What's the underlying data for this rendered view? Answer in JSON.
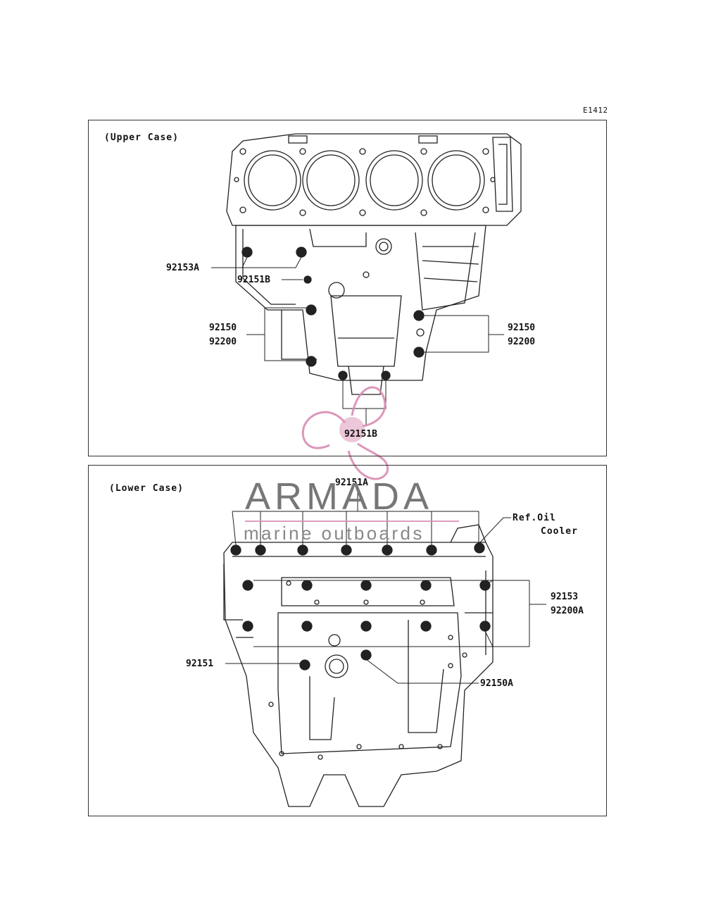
{
  "diagram_code": "E1412",
  "upper_case": {
    "title": "(Upper Case)",
    "labels": {
      "p92153A": "92153A",
      "p92151B_left": "92151B",
      "p92150_left": "92150",
      "p92200_left": "92200",
      "p92150_right": "92150",
      "p92200_right": "92200",
      "p92151B_bottom": "92151B"
    }
  },
  "lower_case": {
    "title": "(Lower Case)",
    "labels": {
      "p92151A": "92151A",
      "ref_oil_1": "Ref.Oil",
      "ref_oil_2": "Cooler",
      "p92153": "92153",
      "p92200A": "92200A",
      "p92151": "92151",
      "p92150A": "92150A"
    }
  },
  "watermark": {
    "brand": "ARMADA",
    "tagline": "marine outboards",
    "accent_color": "#d98cb3"
  }
}
